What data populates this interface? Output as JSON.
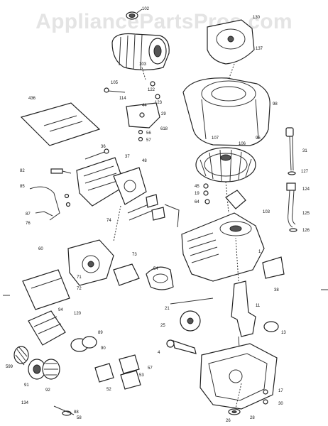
{
  "watermark": "AppliancePartsPros.com",
  "labels": {
    "manual": "436",
    "air_cleaner_cap": "102",
    "air_cleaner_body": "103",
    "air_cleaner_screw": "105",
    "cover_top": "130",
    "cover_bracket": "137",
    "cover_large": "98",
    "breather": "114",
    "screw_122": "122",
    "screw_123": "123",
    "bracket_44": "44",
    "bracket_29": "29",
    "bracket_618": "618",
    "washer_56": "56",
    "screw_57": "57",
    "head_bolt": "36",
    "cylinder_head": "37",
    "gasket_48": "48",
    "flywheel": "107",
    "flywheel_nut": "106",
    "flywheel_key": "96",
    "dipstick": "31",
    "dipstick_seal": "127",
    "tube_124": "124",
    "tube_125": "125",
    "tube_126": "126",
    "clip_45": "45",
    "clip_19": "19",
    "clip_64": "64",
    "ring_103": "103",
    "spark_plug": "82",
    "wire_85": "85",
    "linkage_87": "87",
    "linkage_76": "76",
    "cylinder_block": "1",
    "valve_74": "74",
    "carb_60": "60",
    "carb_71": "71",
    "carb_72": "72",
    "carb_73": "73",
    "intake_54": "54",
    "muffler_120": "120",
    "muffler_shield": "94",
    "deflector_38": "38",
    "crankshaft": "11",
    "piston": "13",
    "camshaft": "25",
    "gear_21": "21",
    "connecting_rod": "4",
    "filter_599": "599",
    "filter_91": "91",
    "filter_92": "92",
    "filter_134": "134",
    "base_sump": "28",
    "seal_26": "26",
    "screw_30": "30",
    "plate_52": "52",
    "plate_53": "53",
    "plate_57": "57",
    "oil_fill": "17",
    "plug_58": "58",
    "cap_88": "88",
    "cap_89": "89",
    "cap_90": "90"
  }
}
